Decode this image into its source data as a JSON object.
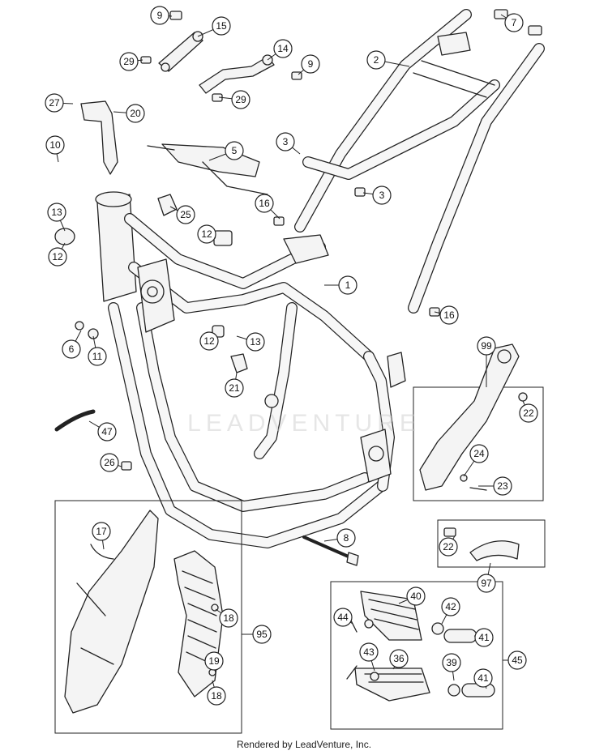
{
  "diagram": {
    "callouts": [
      "9",
      "15",
      "29",
      "14",
      "9",
      "29",
      "2",
      "7",
      "27",
      "20",
      "10",
      "5",
      "3",
      "3",
      "13",
      "25",
      "12",
      "16",
      "12",
      "1",
      "16",
      "6",
      "11",
      "12",
      "13",
      "21",
      "99",
      "22",
      "47",
      "24",
      "26",
      "23",
      "8",
      "17",
      "22",
      "97",
      "95",
      "18",
      "40",
      "44",
      "42",
      "41",
      "19",
      "18",
      "43",
      "36",
      "39",
      "41",
      "45"
    ]
  },
  "watermark": "LEADVENTURE",
  "footer": "Rendered by LeadVenture, Inc."
}
